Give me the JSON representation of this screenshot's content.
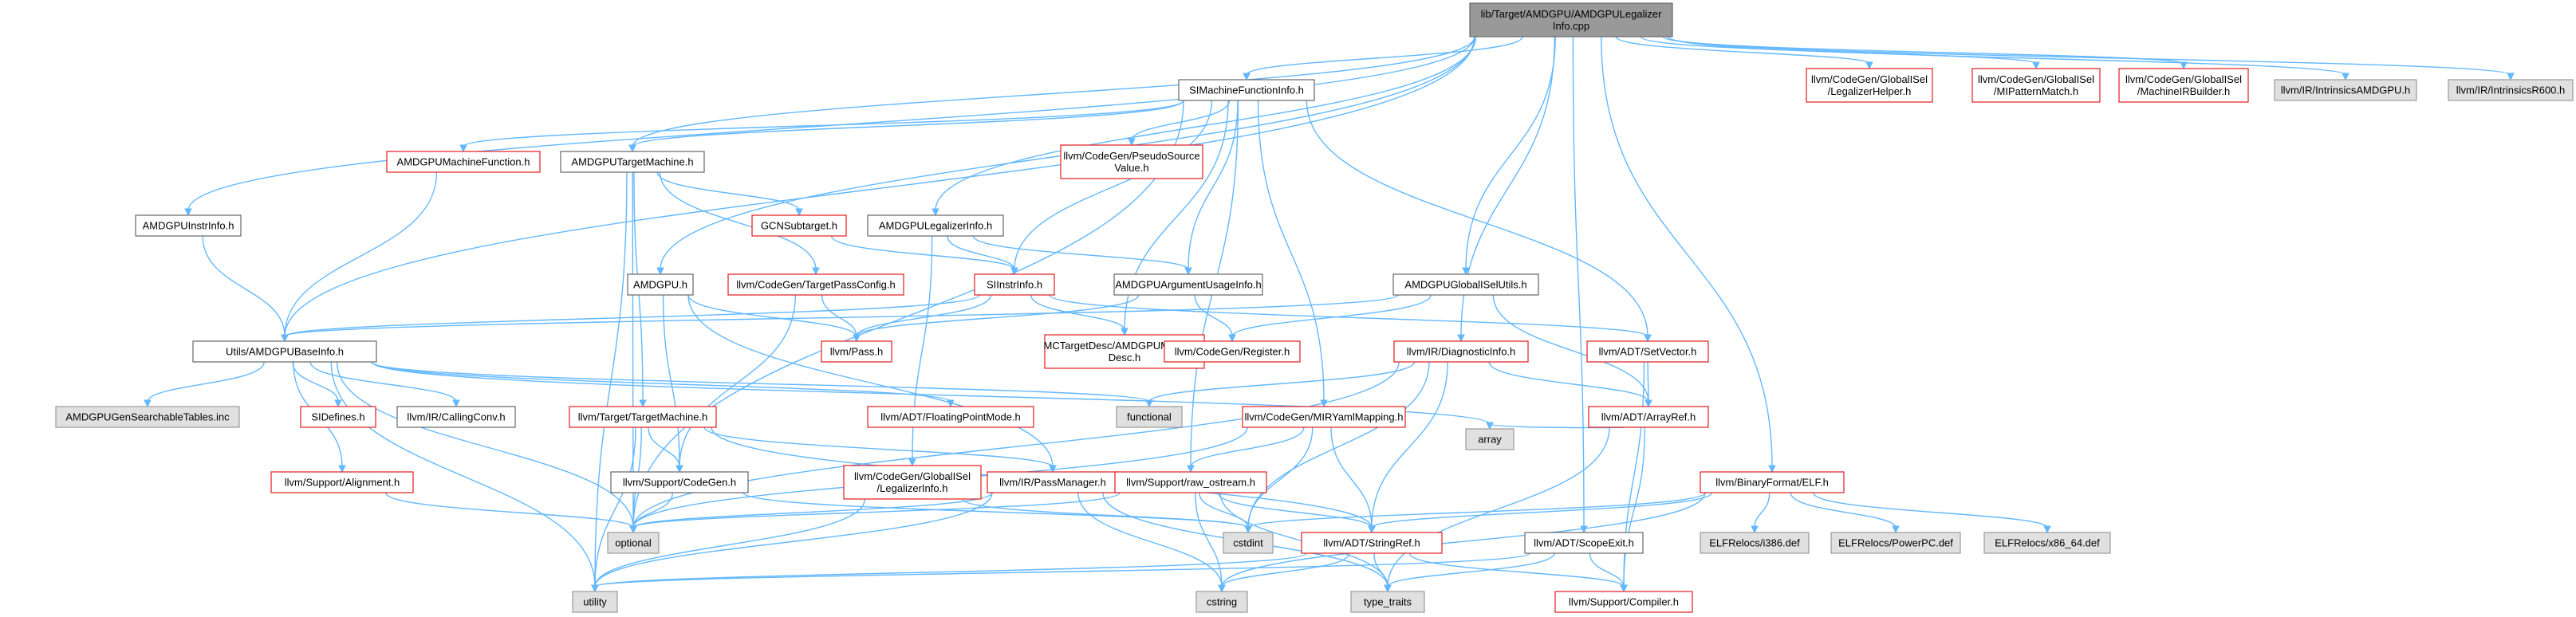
{
  "colors": {
    "edge": "#63b8ff",
    "red_border": "#e31a1c",
    "grey_fill": "#e0e0e0",
    "root_fill": "#999999"
  },
  "nodes": [
    {
      "id": "root",
      "lines": [
        "lib/Target/AMDGPU/AMDGPULegalizer",
        "Info.cpp"
      ],
      "style": "root"
    },
    {
      "id": "simfi",
      "lines": [
        "SIMachineFunctionInfo.h"
      ],
      "style": "white"
    },
    {
      "id": "gi_lh",
      "lines": [
        "llvm/CodeGen/GlobalISel",
        "/LegalizerHelper.h"
      ],
      "style": "red"
    },
    {
      "id": "gi_mip",
      "lines": [
        "llvm/CodeGen/GlobalISel",
        "/MIPatternMatch.h"
      ],
      "style": "red"
    },
    {
      "id": "gi_mib",
      "lines": [
        "llvm/CodeGen/GlobalISel",
        "/MachineIRBuilder.h"
      ],
      "style": "red"
    },
    {
      "id": "intr_amdgpu",
      "lines": [
        "llvm/IR/IntrinsicsAMDGPU.h"
      ],
      "style": "grey"
    },
    {
      "id": "intr_r600",
      "lines": [
        "llvm/IR/IntrinsicsR600.h"
      ],
      "style": "grey"
    },
    {
      "id": "amdgpumf",
      "lines": [
        "AMDGPUMachineFunction.h"
      ],
      "style": "red"
    },
    {
      "id": "amdgputm",
      "lines": [
        "AMDGPUTargetMachine.h"
      ],
      "style": "white"
    },
    {
      "id": "pseudosrc",
      "lines": [
        "llvm/CodeGen/PseudoSource",
        "Value.h"
      ],
      "style": "red"
    },
    {
      "id": "amdgpuii",
      "lines": [
        "AMDGPUInstrInfo.h"
      ],
      "style": "white"
    },
    {
      "id": "gcnsub",
      "lines": [
        "GCNSubtarget.h"
      ],
      "style": "red"
    },
    {
      "id": "amdgpuli",
      "lines": [
        "AMDGPULegalizerInfo.h"
      ],
      "style": "white"
    },
    {
      "id": "tpc",
      "lines": [
        "llvm/CodeGen/TargetPassConfig.h"
      ],
      "style": "red"
    },
    {
      "id": "siii",
      "lines": [
        "SIInstrInfo.h"
      ],
      "style": "red"
    },
    {
      "id": "amdgpuaui",
      "lines": [
        "AMDGPUArgumentUsageInfo.h"
      ],
      "style": "white"
    },
    {
      "id": "amdgpugisu",
      "lines": [
        "AMDGPUGlobalISelUtils.h"
      ],
      "style": "white"
    },
    {
      "id": "amdgpuh",
      "lines": [
        "AMDGPU.h"
      ],
      "style": "white"
    },
    {
      "id": "pass",
      "lines": [
        "llvm/Pass.h"
      ],
      "style": "red"
    },
    {
      "id": "mctd",
      "lines": [
        "MCTargetDesc/AMDGPUMCTarget",
        "Desc.h"
      ],
      "style": "red"
    },
    {
      "id": "cgreg",
      "lines": [
        "llvm/CodeGen/Register.h"
      ],
      "style": "red"
    },
    {
      "id": "diag",
      "lines": [
        "llvm/IR/DiagnosticInfo.h"
      ],
      "style": "red"
    },
    {
      "id": "setvec",
      "lines": [
        "llvm/ADT/SetVector.h"
      ],
      "style": "red"
    },
    {
      "id": "baseinfo",
      "lines": [
        "Utils/AMDGPUBaseInfo.h"
      ],
      "style": "white"
    },
    {
      "id": "functional",
      "lines": [
        "functional"
      ],
      "style": "grey"
    },
    {
      "id": "gst",
      "lines": [
        "AMDGPUGenSearchableTables.inc"
      ],
      "style": "grey"
    },
    {
      "id": "sidefs",
      "lines": [
        "SIDefines.h"
      ],
      "style": "red"
    },
    {
      "id": "callconv",
      "lines": [
        "llvm/IR/CallingConv.h"
      ],
      "style": "white"
    },
    {
      "id": "tm",
      "lines": [
        "llvm/Target/TargetMachine.h"
      ],
      "style": "red"
    },
    {
      "id": "fpmode",
      "lines": [
        "llvm/ADT/FloatingPointMode.h"
      ],
      "style": "red"
    },
    {
      "id": "mirym",
      "lines": [
        "llvm/CodeGen/MIRYamlMapping.h"
      ],
      "style": "red"
    },
    {
      "id": "arrayref",
      "lines": [
        "llvm/ADT/ArrayRef.h"
      ],
      "style": "red"
    },
    {
      "id": "align",
      "lines": [
        "llvm/Support/Alignment.h"
      ],
      "style": "red"
    },
    {
      "id": "gi_li",
      "lines": [
        "llvm/CodeGen/GlobalISel",
        "/LegalizerInfo.h"
      ],
      "style": "red"
    },
    {
      "id": "cgh",
      "lines": [
        "llvm/Support/CodeGen.h"
      ],
      "style": "white"
    },
    {
      "id": "passmgr",
      "lines": [
        "llvm/IR/PassManager.h"
      ],
      "style": "red"
    },
    {
      "id": "rawos",
      "lines": [
        "llvm/Support/raw_ostream.h"
      ],
      "style": "red"
    },
    {
      "id": "array",
      "lines": [
        "array"
      ],
      "style": "grey"
    },
    {
      "id": "elf",
      "lines": [
        "llvm/BinaryFormat/ELF.h"
      ],
      "style": "red"
    },
    {
      "id": "optional",
      "lines": [
        "optional"
      ],
      "style": "grey"
    },
    {
      "id": "cstdint",
      "lines": [
        "cstdint"
      ],
      "style": "grey"
    },
    {
      "id": "stringref",
      "lines": [
        "llvm/ADT/StringRef.h"
      ],
      "style": "red"
    },
    {
      "id": "scopeexit",
      "lines": [
        "llvm/ADT/ScopeExit.h"
      ],
      "style": "white"
    },
    {
      "id": "elf386",
      "lines": [
        "ELFRelocs/i386.def"
      ],
      "style": "grey"
    },
    {
      "id": "elfppc",
      "lines": [
        "ELFRelocs/PowerPC.def"
      ],
      "style": "grey"
    },
    {
      "id": "elfx86",
      "lines": [
        "ELFRelocs/x86_64.def"
      ],
      "style": "grey"
    },
    {
      "id": "utility",
      "lines": [
        "utility"
      ],
      "style": "grey"
    },
    {
      "id": "cstring",
      "lines": [
        "cstring"
      ],
      "style": "grey"
    },
    {
      "id": "typetraits",
      "lines": [
        "type_traits"
      ],
      "style": "grey"
    },
    {
      "id": "compiler",
      "lines": [
        "llvm/Support/Compiler.h"
      ],
      "style": "red"
    }
  ],
  "edges": [
    [
      "root",
      "simfi"
    ],
    [
      "root",
      "gi_lh"
    ],
    [
      "root",
      "gi_mip"
    ],
    [
      "root",
      "gi_mib"
    ],
    [
      "root",
      "intr_amdgpu"
    ],
    [
      "root",
      "intr_r600"
    ],
    [
      "root",
      "amdgputm"
    ],
    [
      "root",
      "amdgpuii"
    ],
    [
      "root",
      "amdgpuli"
    ],
    [
      "root",
      "amdgpugisu"
    ],
    [
      "root",
      "amdgpuh"
    ],
    [
      "root",
      "baseinfo"
    ],
    [
      "root",
      "diag"
    ],
    [
      "root",
      "elf"
    ],
    [
      "root",
      "scopeexit"
    ],
    [
      "simfi",
      "amdgpumf"
    ],
    [
      "simfi",
      "amdgputm"
    ],
    [
      "simfi",
      "pseudosrc"
    ],
    [
      "simfi",
      "siii"
    ],
    [
      "simfi",
      "amdgpuaui"
    ],
    [
      "simfi",
      "mctd"
    ],
    [
      "simfi",
      "setvec"
    ],
    [
      "simfi",
      "mirym"
    ],
    [
      "simfi",
      "rawos"
    ],
    [
      "simfi",
      "optional"
    ],
    [
      "amdgpumf",
      "baseinfo"
    ],
    [
      "amdgputm",
      "gcnsub"
    ],
    [
      "amdgputm",
      "tpc"
    ],
    [
      "amdgputm",
      "tm"
    ],
    [
      "amdgputm",
      "optional"
    ],
    [
      "amdgputm",
      "utility"
    ],
    [
      "amdgpuii",
      "baseinfo"
    ],
    [
      "gcnsub",
      "siii"
    ],
    [
      "amdgpuli",
      "siii"
    ],
    [
      "amdgpuli",
      "amdgpuaui"
    ],
    [
      "amdgpuli",
      "gi_li"
    ],
    [
      "tpc",
      "pass"
    ],
    [
      "tpc",
      "cgh"
    ],
    [
      "siii",
      "pass"
    ],
    [
      "siii",
      "mctd"
    ],
    [
      "siii",
      "setvec"
    ],
    [
      "siii",
      "baseinfo"
    ],
    [
      "amdgpuaui",
      "pass"
    ],
    [
      "amdgpuaui",
      "cgreg"
    ],
    [
      "amdgpugisu",
      "baseinfo"
    ],
    [
      "amdgpugisu",
      "cgreg"
    ],
    [
      "amdgpugisu",
      "arrayref"
    ],
    [
      "amdgpuh",
      "pass"
    ],
    [
      "amdgpuh",
      "cgh"
    ],
    [
      "amdgpuh",
      "passmgr"
    ],
    [
      "diag",
      "functional"
    ],
    [
      "diag",
      "arrayref"
    ],
    [
      "diag",
      "stringref"
    ],
    [
      "diag",
      "cstdint"
    ],
    [
      "diag",
      "optional"
    ],
    [
      "setvec",
      "arrayref"
    ],
    [
      "setvec",
      "compiler"
    ],
    [
      "baseinfo",
      "gst"
    ],
    [
      "baseinfo",
      "sidefs"
    ],
    [
      "baseinfo",
      "callconv"
    ],
    [
      "baseinfo",
      "align"
    ],
    [
      "baseinfo",
      "fpmode"
    ],
    [
      "baseinfo",
      "functional"
    ],
    [
      "baseinfo",
      "array"
    ],
    [
      "baseinfo",
      "utility"
    ],
    [
      "baseinfo",
      "optional"
    ],
    [
      "tm",
      "cgh"
    ],
    [
      "tm",
      "passmgr"
    ],
    [
      "tm",
      "stringref"
    ],
    [
      "tm",
      "optional"
    ],
    [
      "tm",
      "utility"
    ],
    [
      "mirym",
      "rawos"
    ],
    [
      "mirym",
      "stringref"
    ],
    [
      "mirym",
      "cstdint"
    ],
    [
      "mirym",
      "optional"
    ],
    [
      "arrayref",
      "array"
    ],
    [
      "arrayref",
      "compiler"
    ],
    [
      "arrayref",
      "typetraits"
    ],
    [
      "align",
      "optional"
    ],
    [
      "gi_li",
      "cstdint"
    ],
    [
      "gi_li",
      "utility"
    ],
    [
      "cgh",
      "cstdint"
    ],
    [
      "cgh",
      "optional"
    ],
    [
      "passmgr",
      "cstring"
    ],
    [
      "passmgr",
      "typetraits"
    ],
    [
      "passmgr",
      "utility"
    ],
    [
      "passmgr",
      "optional"
    ],
    [
      "rawos",
      "cstdint"
    ],
    [
      "rawos",
      "stringref"
    ],
    [
      "rawos",
      "cstring"
    ],
    [
      "rawos",
      "typetraits"
    ],
    [
      "rawos",
      "optional"
    ],
    [
      "elf",
      "elf386"
    ],
    [
      "elf",
      "elfppc"
    ],
    [
      "elf",
      "elfx86"
    ],
    [
      "elf",
      "stringref"
    ],
    [
      "elf",
      "cstdint"
    ],
    [
      "elf",
      "cstring"
    ],
    [
      "stringref",
      "compiler"
    ],
    [
      "stringref",
      "typetraits"
    ],
    [
      "stringref",
      "utility"
    ],
    [
      "stringref",
      "cstring"
    ],
    [
      "scopeexit",
      "compiler"
    ],
    [
      "scopeexit",
      "typetraits"
    ],
    [
      "scopeexit",
      "utility"
    ]
  ]
}
